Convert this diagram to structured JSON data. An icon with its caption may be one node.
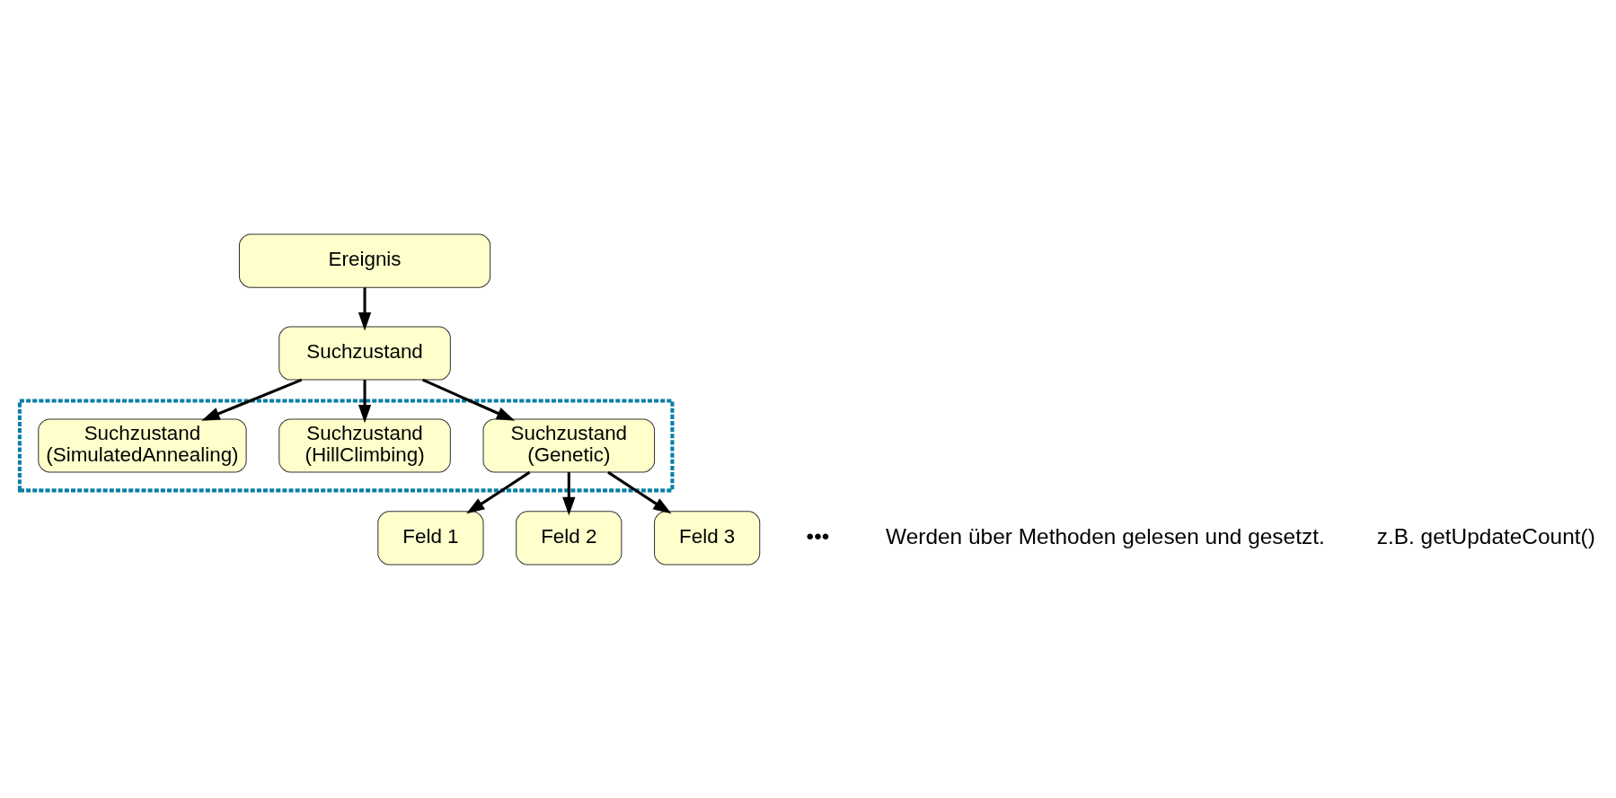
{
  "diagram": {
    "nodes": [
      {
        "text": [
          "Ereignis"
        ]
      },
      {
        "text": [
          "Suchzustand"
        ]
      },
      {
        "text": [],
        "shape": "box"
      },
      {
        "text": [
          "Suchzustand (Genetic)"
        ],
        "in": 2
      },
      {
        "text": [
          "Suchzustand (HillClimbing)"
        ],
        "in": 2
      },
      {
        "text": [
          "Suchzustand (SimulatedAnnealing)"
        ],
        "in": 2
      },
      {
        "text": [
          "Feld 1"
        ]
      },
      {
        "text": [
          "Feld 2"
        ]
      },
      {
        "text": [
          "Feld 3"
        ]
      }
    ],
    "edges": [
      {
        "from": 0,
        "to": 1,
        "arrow": "to"
      },
      {
        "from": 1,
        "to": 3,
        "arrow": "to"
      },
      {
        "from": 1,
        "to": 4,
        "arrow": "to"
      },
      {
        "from": 1,
        "to": 5,
        "arrow": "to"
      },
      {
        "from": 3,
        "to": 6,
        "arrow": "to"
      },
      {
        "from": 3,
        "to": 7,
        "arrow": "to"
      },
      {
        "from": 3,
        "to": 8,
        "arrow": "to"
      }
    ],
    "labels": [
      "•••",
      "Werden über Methoden gelesen und gesetzt.",
      "z.B. getUpdateCount()"
    ]
  }
}
